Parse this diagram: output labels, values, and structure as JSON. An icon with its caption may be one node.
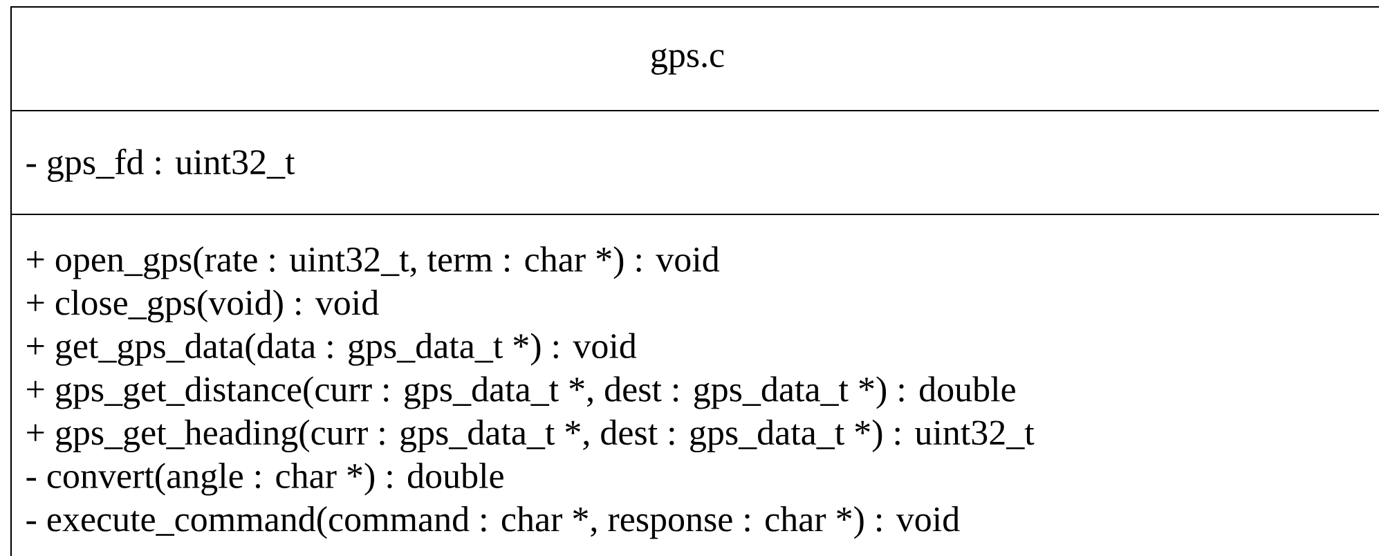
{
  "diagram": {
    "nodes": [
      {
        "text": [
          "gps.c"
        ]
      },
      {
        "text": [
          "- gps_fd : uint32_t"
        ],
        "in": 0
      },
      {
        "text": [
          "+ open_gps(rate : uint32_t, term : char *) : void",
          "+ close_gps(void) : void",
          "+ get_gps_data(data : gps_data_t *) : void",
          "+ gps_get_distance(curr : gps_data_t *, dest : gps_data_t *) : double",
          "+ gps_get_heading(curr : gps_data_t *, dest : gps_data_t *) : uint32_t",
          "- convert(angle : char *) : double",
          "- execute_command(command : char *, response : char *) : void"
        ],
        "in": 0
      }
    ]
  }
}
